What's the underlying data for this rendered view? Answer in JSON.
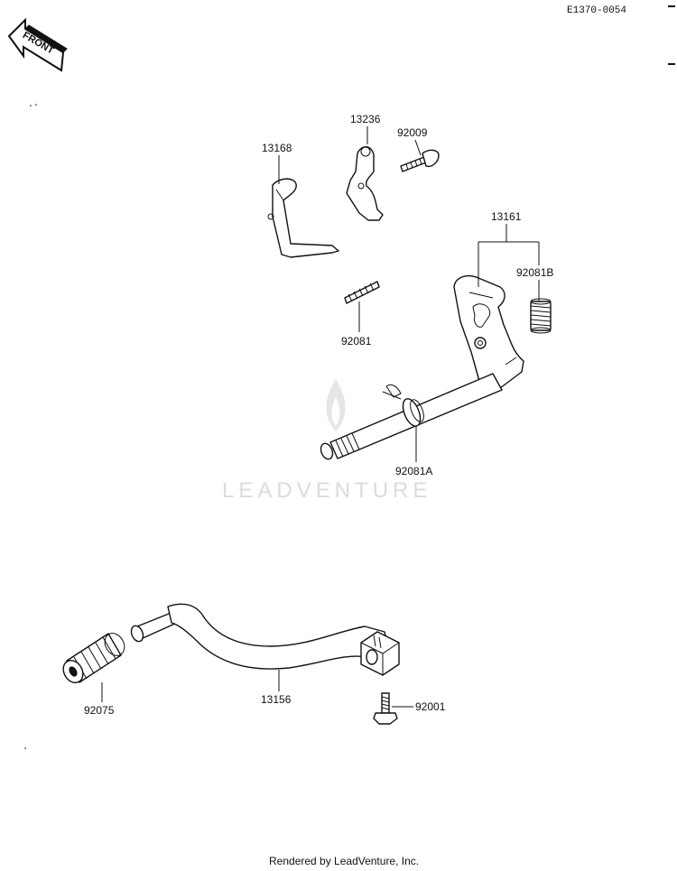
{
  "diagram_code": "E1370-0054",
  "front_label": "FRONT",
  "watermark": "LEADVENTURE",
  "footer": "Rendered by LeadVenture, Inc.",
  "parts": {
    "p13168": "13168",
    "p13236": "13236",
    "p92009": "92009",
    "p13161": "13161",
    "p92081B": "92081B",
    "p92081": "92081",
    "p92081A": "92081A",
    "p92075": "92075",
    "p13156": "13156",
    "p92001": "92001"
  }
}
